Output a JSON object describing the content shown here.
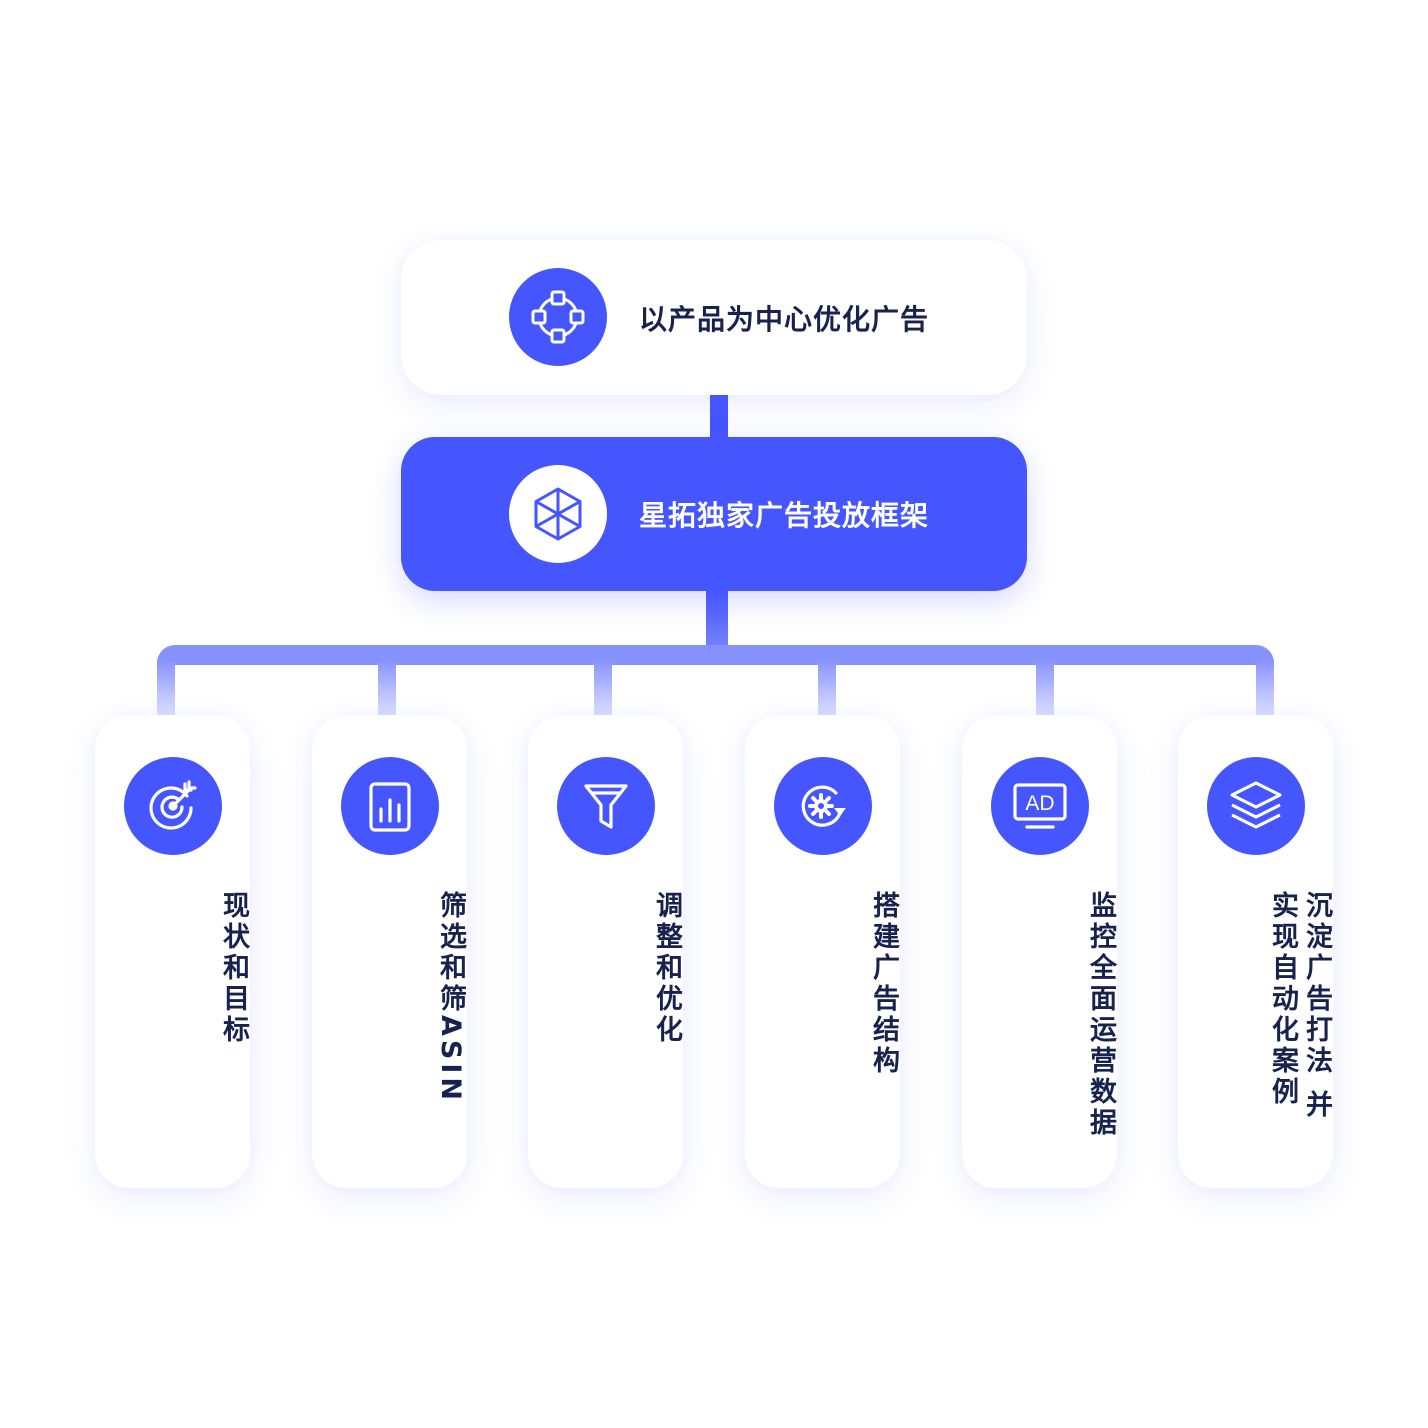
{
  "top": {
    "label": "以产品为中心优化广告",
    "icon": "circle-nodes-icon"
  },
  "middle": {
    "label": "星拓独家广告投放框架",
    "icon": "hexagon-cube-icon"
  },
  "items": [
    {
      "label": "现状和目标",
      "icon": "target-icon"
    },
    {
      "label": "筛选和筛ASIN",
      "icon": "bar-chart-icon"
    },
    {
      "label": "调整和优化",
      "icon": "funnel-icon"
    },
    {
      "label": "搭建广告结构",
      "icon": "gear-refresh-icon"
    },
    {
      "label": "监控全面运营数据",
      "icon": "ad-monitor-icon"
    },
    {
      "label": "沉淀广告打法 并实现自动化案例",
      "icon": "layers-icon"
    }
  ],
  "colors": {
    "accent": "#4656ff",
    "text_dark": "#17224f",
    "connector_light": "#8792ff"
  }
}
